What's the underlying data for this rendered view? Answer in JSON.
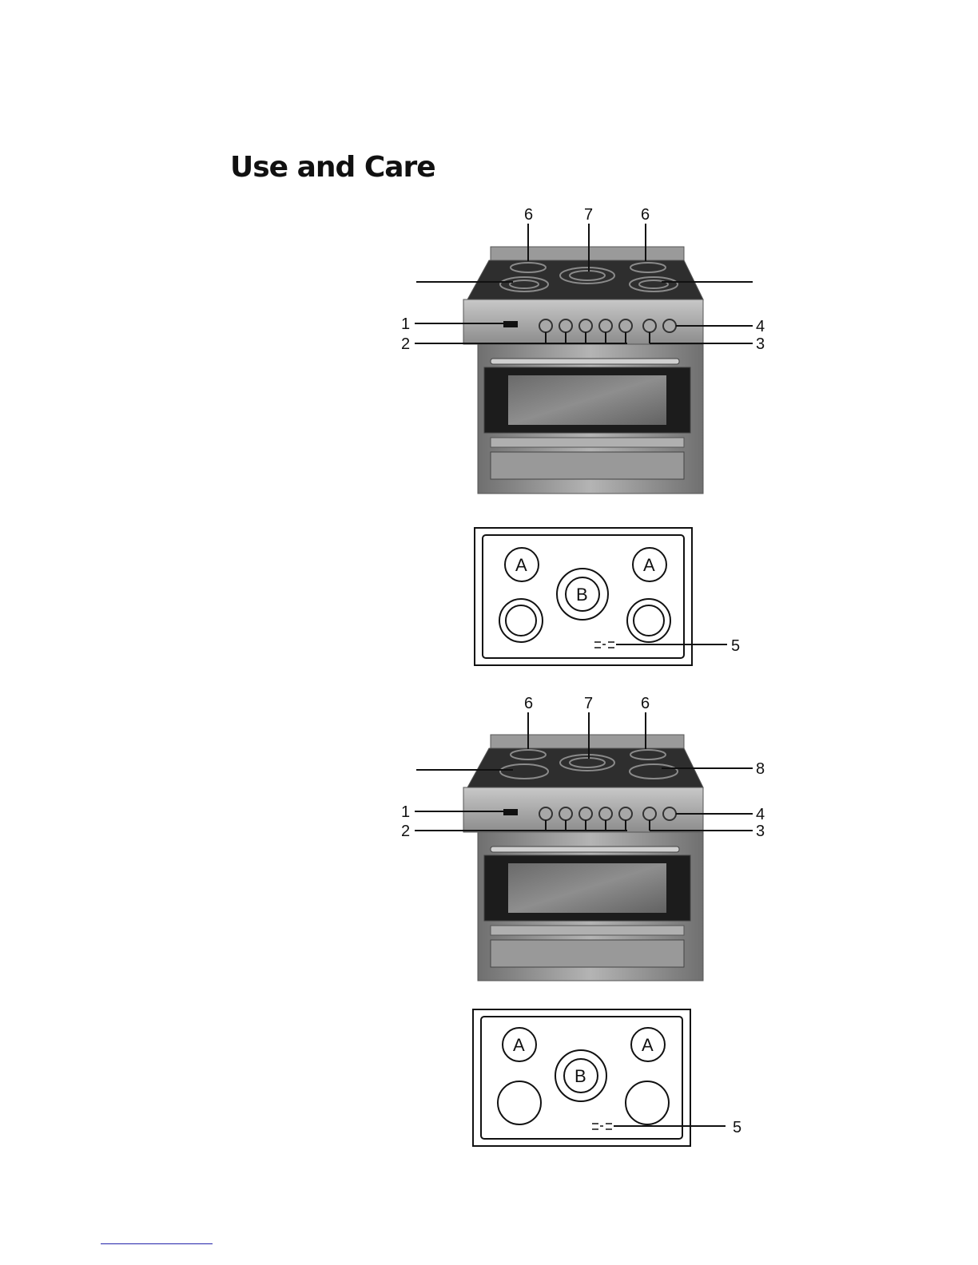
{
  "page": {
    "title": "Use and Care"
  },
  "figure1": {
    "callouts": {
      "top_left": "6",
      "top_center": "7",
      "top_right": "6",
      "c1": "1",
      "c2": "2",
      "c3": "3",
      "c4": "4"
    }
  },
  "diagram1": {
    "zone_a_left": "A",
    "zone_a_right": "A",
    "zone_b": "B",
    "indicator_callout": "5"
  },
  "figure2": {
    "callouts": {
      "top_left": "6",
      "top_center": "7",
      "top_right": "6",
      "c8": "8",
      "c1": "1",
      "c2": "2",
      "c3": "3",
      "c4": "4"
    }
  },
  "diagram2": {
    "zone_a_left": "A",
    "zone_a_right": "A",
    "zone_b": "B",
    "indicator_callout": "5"
  },
  "colors": {
    "steel": "#8a8a8a",
    "glass": "#3a3a3a",
    "ink": "#111111",
    "footer_rule": "#2222aa"
  }
}
